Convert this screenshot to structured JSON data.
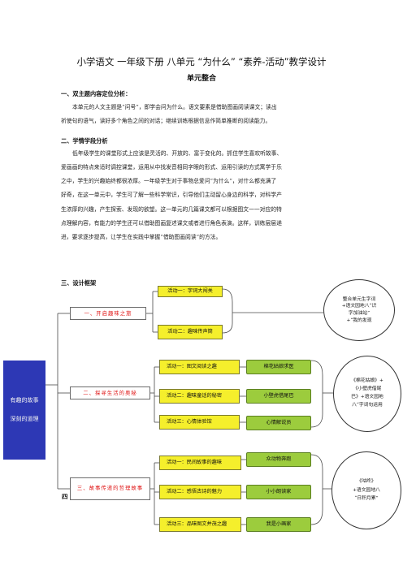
{
  "doc": {
    "title": "小学语文 一年级下册 八单元 “为什么” “素养-活动”教学设计",
    "unit_title": "单元整合"
  },
  "sections": [
    {
      "heading": "一、双主题内容定位分析：",
      "lines": [
        "本单元的人文主题是“问号”，即学会问为什么。语文要素是借助图画阅读课文；读出",
        "祈使句的语气，读好多个角色之间的对话；继续训练根据信息作简单推断的阅读能力。"
      ]
    },
    {
      "heading": "二、学情学段分析",
      "lines": [
        "低年级学生的课堂形式上应该是灵活的、开放的、富于变化的。抓住学生喜欢听故事、",
        "爱画画的特点来适时调控课堂，运用从中找发音相同字眼的形式、运用引读的方式寓学于乐",
        "之中，学生的兴趣始终都很浓厚。一年级学生对于事物总爱问“为什么”，对什么都充满了",
        "好奇，在这一单元中，学生可了解一些科学常识，引导他们主动留心身边的科学，对科学产",
        "生浓厚的兴趣，产生探索、发现的欲望。这一单元的几篇课文都可以根据图文一一对应的特",
        "点理解内容，有能力的学生还可以借助图画复述课文或者进行角色表演。这样，训练层层递",
        "进，要求逐步提高，让学生在实践中掌握“借助图画阅读”的方法。"
      ]
    },
    {
      "heading": "三、设计框架",
      "lines": []
    }
  ],
  "section_four_label": "四",
  "framework": {
    "root": "有趣的故事\n\n深刻的道理",
    "modules": [
      {
        "title": "一、开启趣味之旅",
        "activities": [
          "活动一：字词大闯关",
          "活动二：趣味传声筒"
        ],
        "tasks": [],
        "summary": "整合单元生字词\n+语文园地八“识\n字加油站”\n+“我的发现"
      },
      {
        "title": "二、探寻生活的奥秘",
        "activities": [
          "活动一：图文阅读之趣",
          "活动二：趣味童话的秘密",
          "活动三：心情体验馆"
        ],
        "tasks": [
          "棉花姑娘求医",
          "小壁虎借尾巴",
          "心情解说员"
        ],
        "summary": "《棉花姑娘》+\n《小壁虎借尾\n巴》+语文园地\n八“字词句运用"
      },
      {
        "title": "三、故事传递的哲理故事",
        "activities": [
          "活动一：民间故事的趣味",
          "活动二：感悟古诗的魅力",
          "活动三：品味图文并茂之趣"
        ],
        "tasks": [
          "众动物奔跑",
          "小小朗读家",
          "我是小画家"
        ],
        "summary": "《咕咚》\n+语文园地八\n“日积月累”"
      }
    ]
  }
}
